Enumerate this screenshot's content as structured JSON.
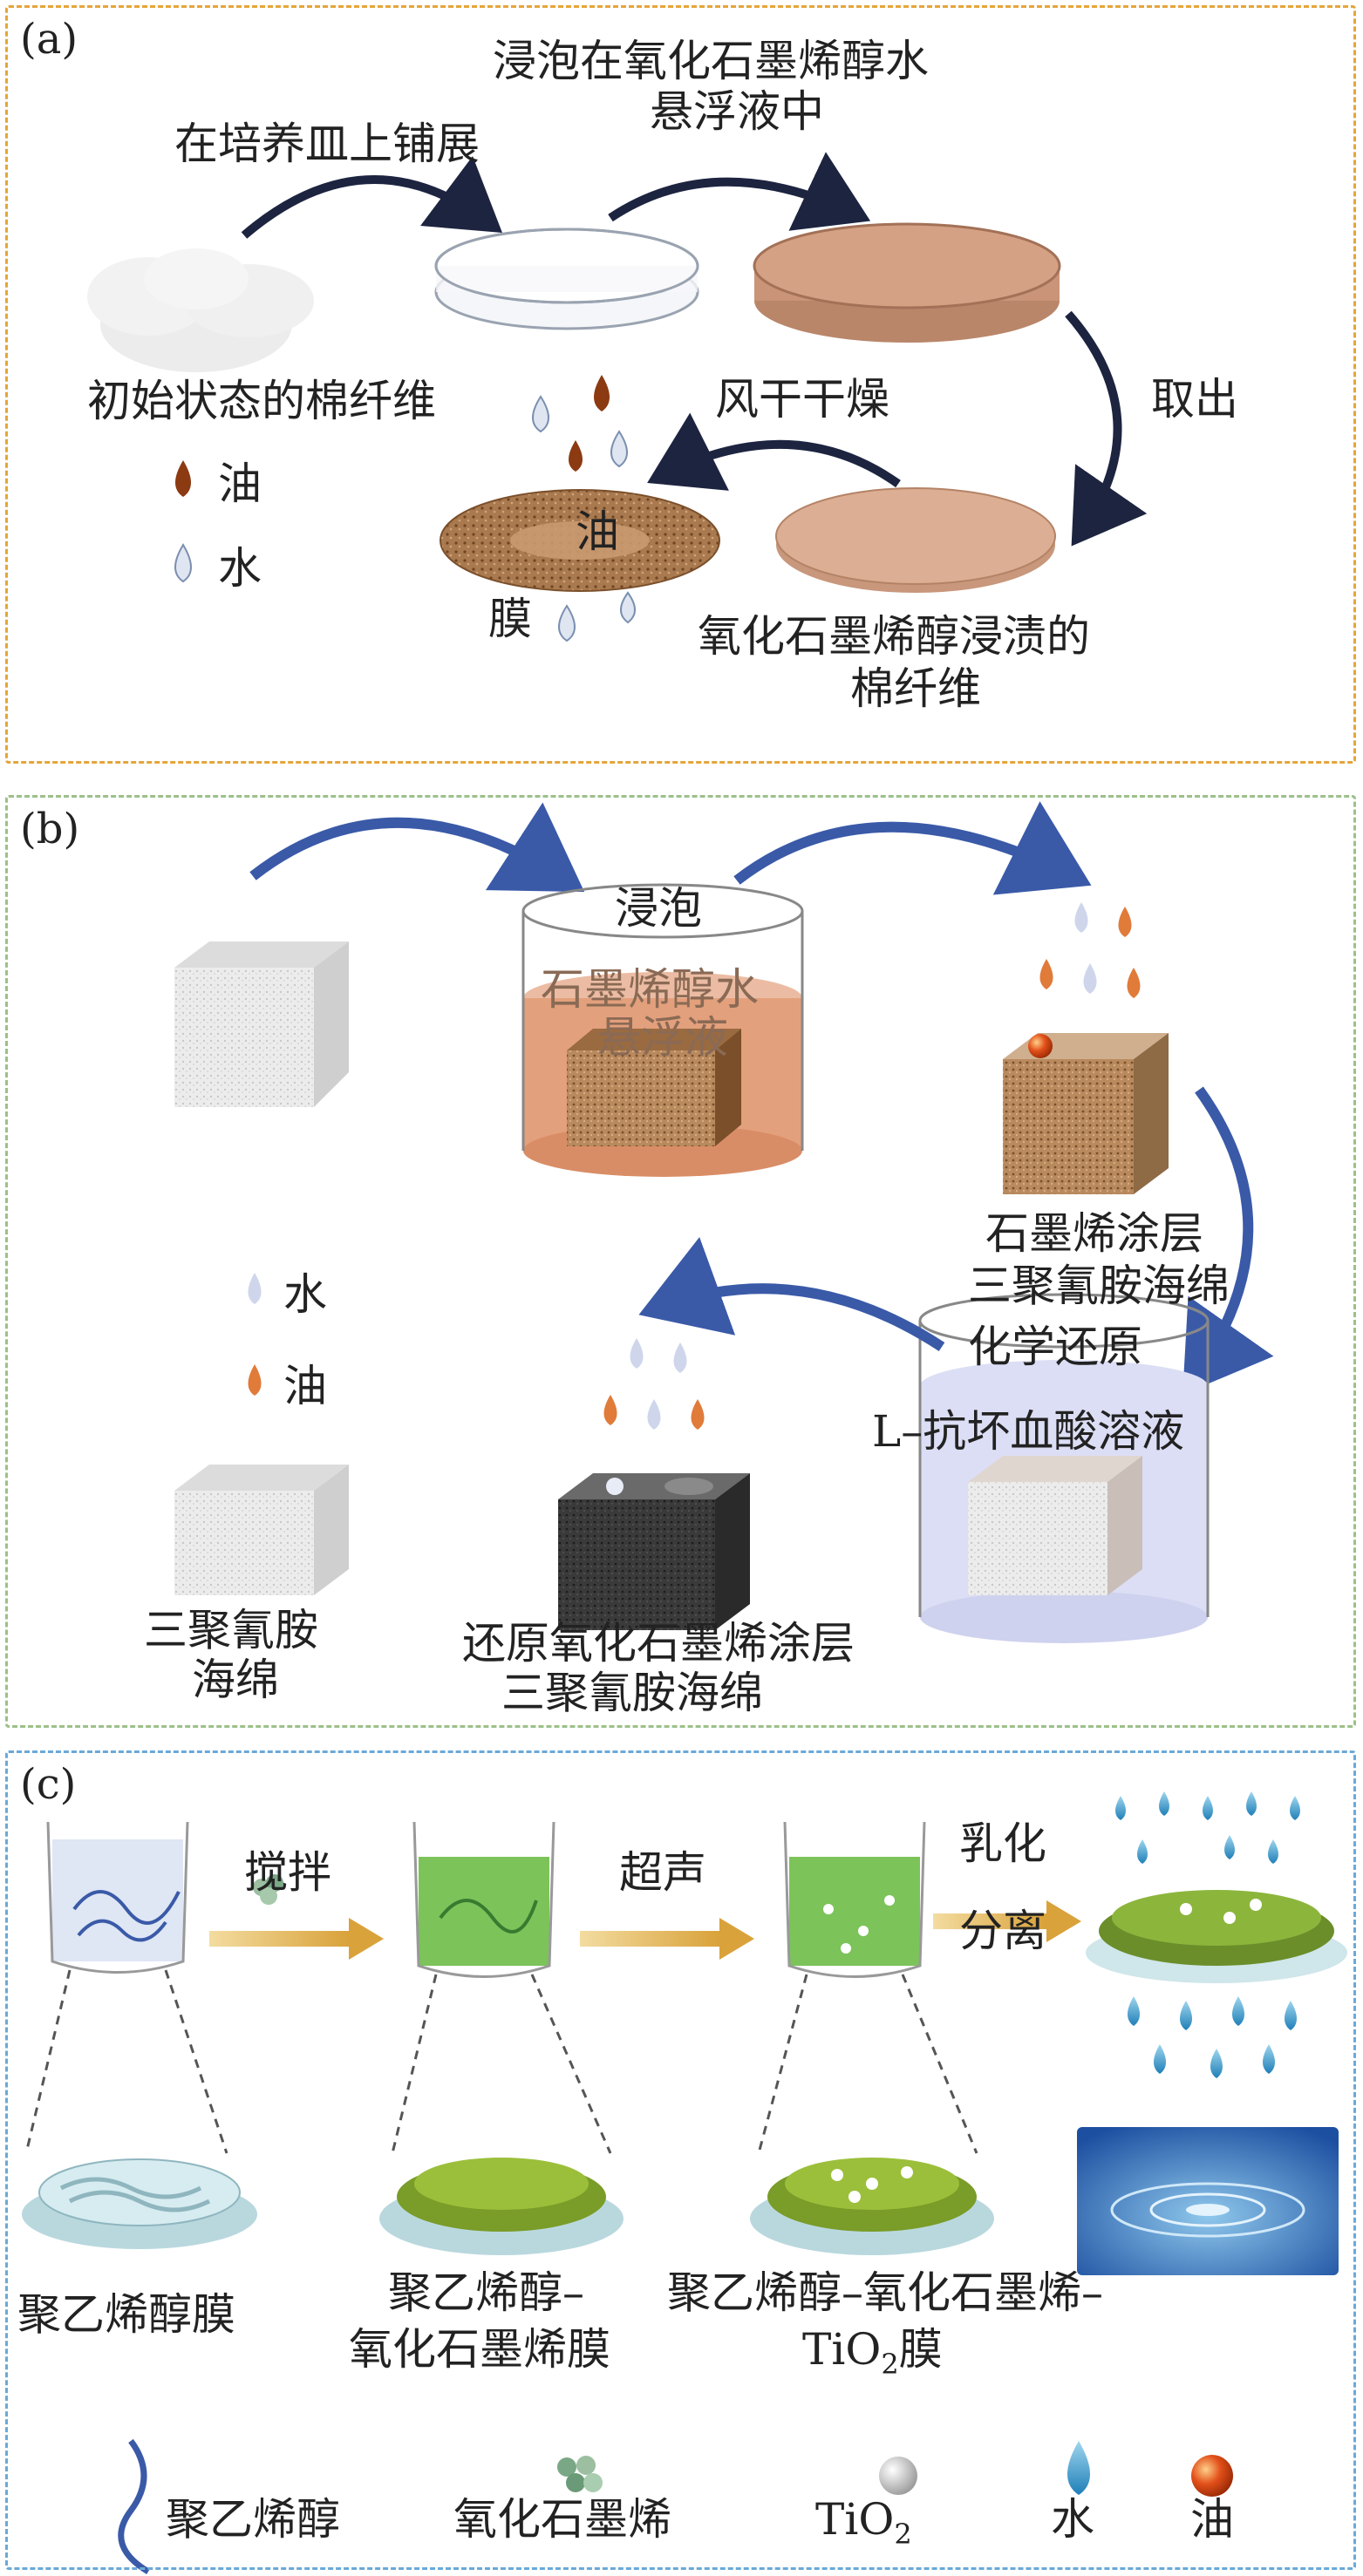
{
  "panel_a": {
    "tag": "(a)",
    "step_spread": "在培养皿上铺展",
    "step_soak_line1": "浸泡在氧化石墨烯醇水",
    "step_soak_line2": "悬浮液中",
    "label_initial_fiber": "初始状态的棉纤维",
    "step_air_dry": "风干干燥",
    "step_take_out": "取出",
    "legend_oil": "油",
    "legend_water": "水",
    "oil_on_membrane": "油",
    "label_membrane": "膜",
    "label_impregnated_line1": "氧化石墨烯醇浸渍的",
    "label_impregnated_line2": "棉纤维"
  },
  "panel_b": {
    "tag": "(b)",
    "step_soak": "浸泡",
    "solution_line1": "石墨烯醇水",
    "solution_line2": "悬浮液",
    "coated_line1": "石墨烯涂层",
    "coated_line2": "三聚氰胺海绵",
    "legend_water": "水",
    "legend_oil": "油",
    "step_reduce": "化学还原",
    "reduce_solution": "L–抗坏血酸溶液",
    "sponge_line1": "三聚氰胺",
    "sponge_line2": "海绵",
    "reduced_line1": "还原氧化石墨烯涂层",
    "reduced_line2": "三聚氰胺海绵"
  },
  "panel_c": {
    "tag": "(c)",
    "step_stir": "搅拌",
    "step_ultrasound": "超声",
    "step_emulsion_line1": "乳化",
    "step_emulsion_line2": "分离",
    "label_pva_film": "聚乙烯醇膜",
    "label_pva_go_line1": "聚乙烯醇–",
    "label_pva_go_line2": "氧化石墨烯膜",
    "label_pva_go_tio2_line1": "聚乙烯醇–氧化石墨烯–",
    "label_pva_go_tio2_line2_main": "TiO",
    "label_pva_go_tio2_line2_sub": "2",
    "label_pva_go_tio2_line2_end": "膜",
    "legend_pva": "聚乙烯醇",
    "legend_go": "氧化石墨烯",
    "legend_tio2_main": "TiO",
    "legend_tio2_sub": "2",
    "legend_water": "水",
    "legend_oil": "油"
  },
  "colors": {
    "panel_a_border": "#e5a53a",
    "panel_b_border": "#9cc08a",
    "panel_c_border": "#6aa9d8",
    "oil_dark": "#8b3a12",
    "oil_orange": "#e07b3a",
    "water_blue": "#8fb1d8",
    "arrow_dark": "#1d2440",
    "arrow_blue": "#3a5aa8",
    "arrow_gold": "#d9a23a",
    "green_liquid": "#7cc35a"
  }
}
